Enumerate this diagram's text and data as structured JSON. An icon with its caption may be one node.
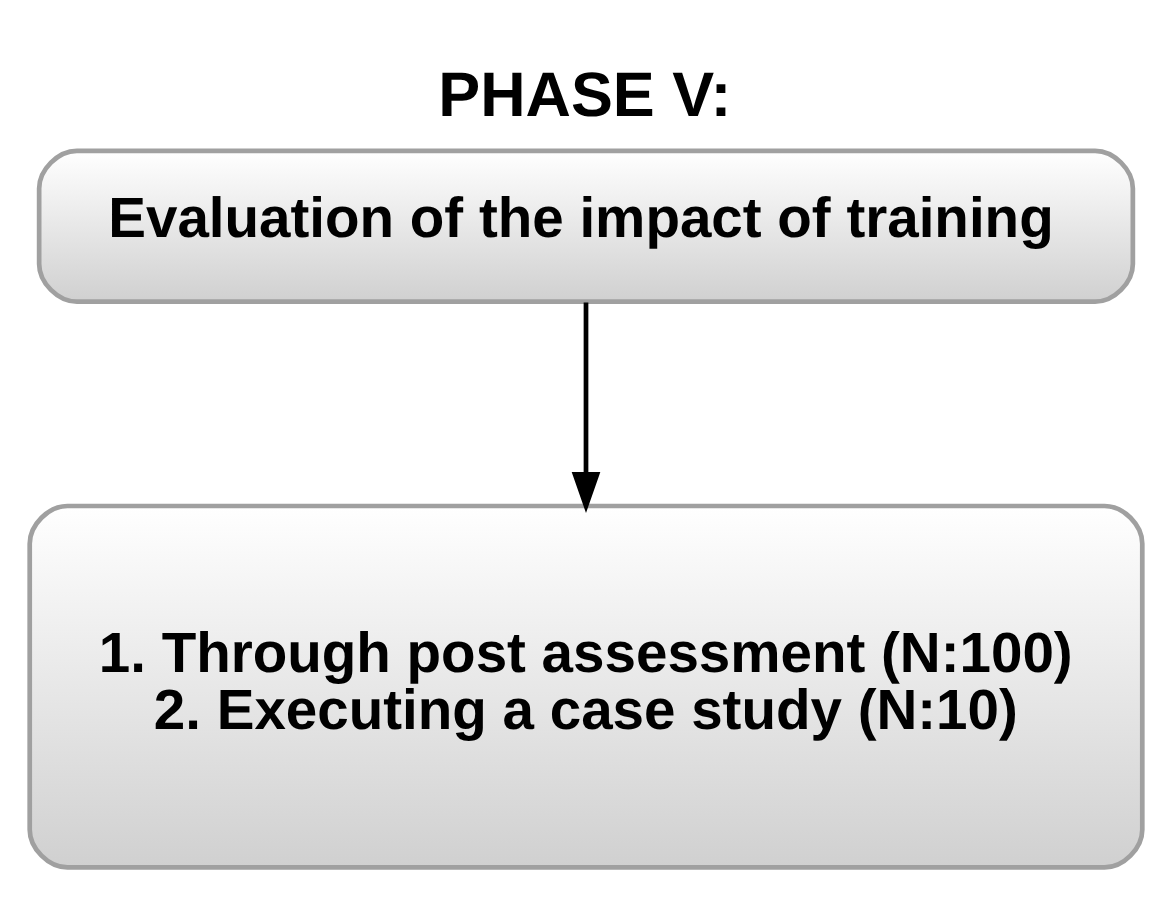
{
  "diagram": {
    "title": "PHASE V:",
    "nodes": [
      {
        "text": [
          "Evaluation of the impact of training"
        ]
      },
      {
        "text": [
          "1. Through post assessment (N:100)",
          "2. Executing a case study (N:10)"
        ]
      }
    ],
    "edges": [
      {
        "from": 0,
        "to": 1,
        "arrow": "to"
      }
    ]
  }
}
